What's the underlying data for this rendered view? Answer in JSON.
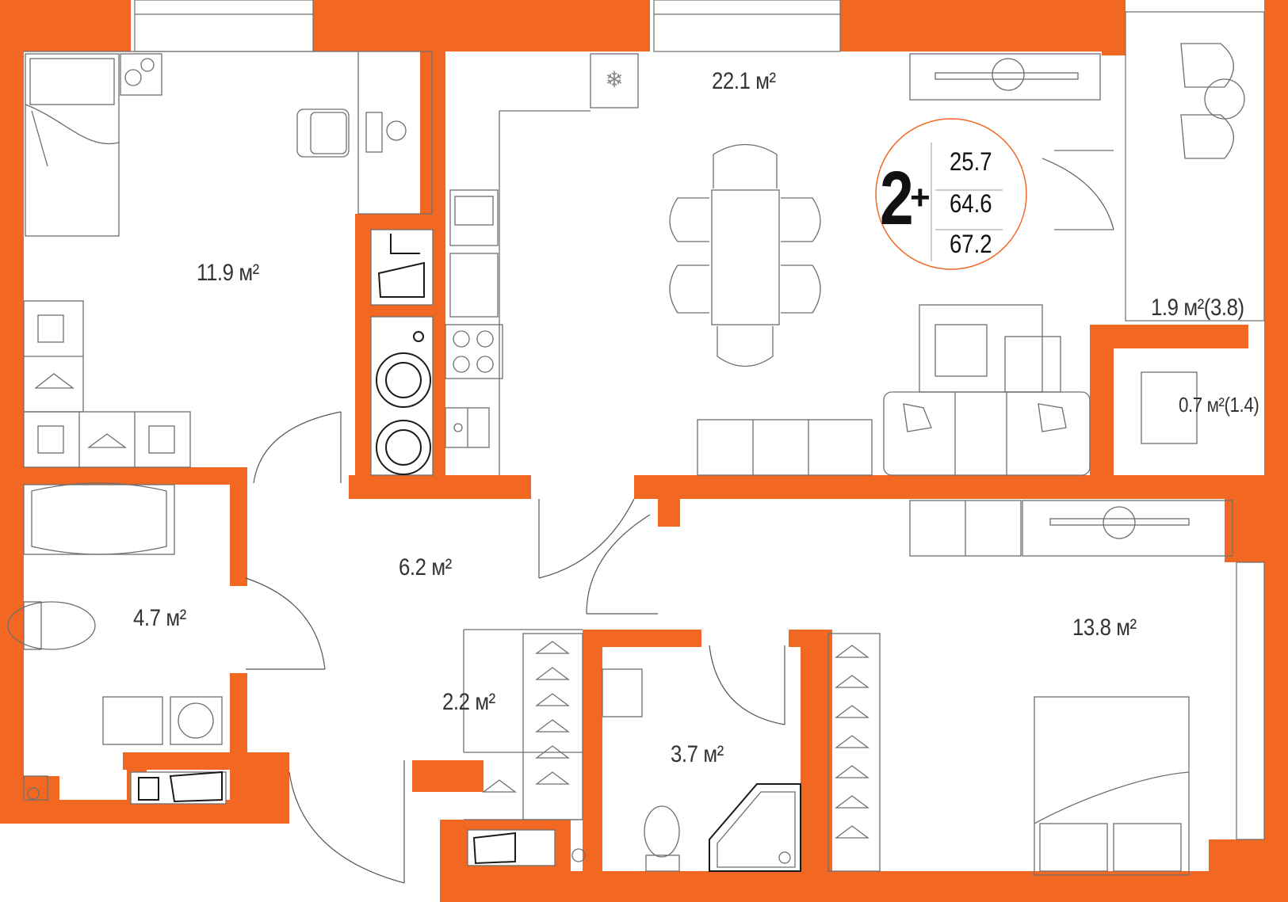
{
  "layout": {
    "rooms_count": "2",
    "rooms_suffix": "+",
    "living_area": "25.7",
    "total_area": "64.6",
    "total_area_with_balcony": "67.2"
  },
  "rooms": {
    "kitchen_living": "22.1 м²",
    "bedroom_1": "11.9 м²",
    "bedroom_2": "13.8 м²",
    "hallway": "6.2 м²",
    "bathroom": "4.7 м²",
    "wardrobe": "2.2 м²",
    "wc": "3.7 м²",
    "balcony_large": "1.9 м²(3.8)",
    "balcony_small": "0.7 м²(1.4)"
  },
  "colors": {
    "wall": "#f26722",
    "badge_ring": "#f26722"
  }
}
